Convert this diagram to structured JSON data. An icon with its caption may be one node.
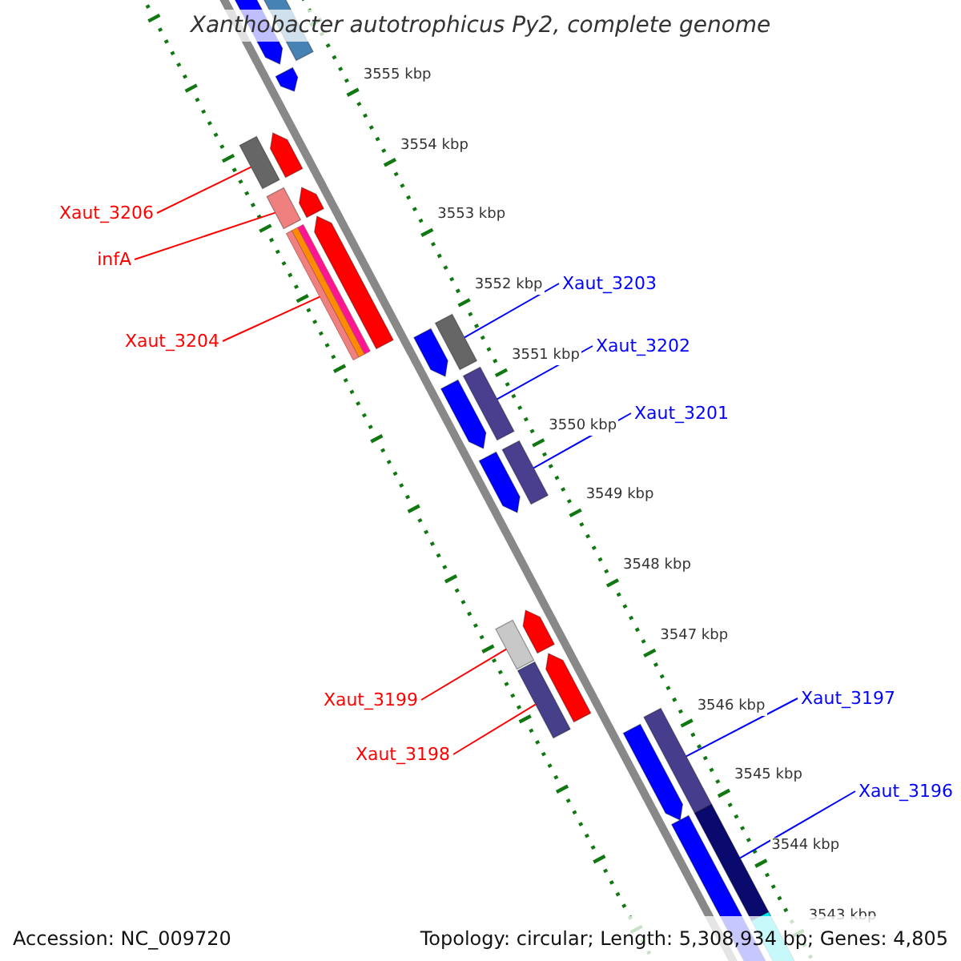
{
  "diagram": {
    "title": "Xanthobacter autotrophicus Py2, complete genome",
    "nodes": [
      {
        "text": [
          "Xaut_3206"
        ]
      },
      {
        "text": [
          "infA"
        ]
      },
      {
        "text": [
          "Xaut_3203"
        ]
      },
      {
        "text": [
          "Xaut_3204"
        ]
      },
      {
        "text": [
          "Xaut_3202"
        ]
      },
      {
        "text": [
          "Xaut_3201"
        ]
      },
      {
        "text": [
          "Xaut_3197"
        ]
      },
      {
        "text": [
          "Xaut_3199"
        ]
      },
      {
        "text": [
          "Xaut_3198"
        ]
      },
      {
        "text": [
          "Xaut_3196"
        ]
      },
      {
        "text": [],
        "shape": "box"
      },
      {
        "text": [],
        "shape": "box"
      },
      {
        "text": [],
        "shape": "box"
      },
      {
        "text": [],
        "shape": "box"
      },
      {
        "text": [],
        "shape": "box"
      },
      {
        "text": [],
        "shape": "box"
      },
      {
        "text": [],
        "shape": "box"
      },
      {
        "text": [],
        "shape": "box"
      },
      {
        "text": [],
        "shape": "box"
      },
      {
        "text": [],
        "shape": "box"
      },
      {
        "text": [],
        "shape": "arrow"
      }
    ],
    "edges": [
      {
        "from": 0,
        "to": 10,
        "arrow": "none",
        "color": "#ff0000"
      },
      {
        "from": 1,
        "to": 11,
        "arrow": "none",
        "color": "#ff0000"
      },
      {
        "from": 2,
        "to": 12,
        "arrow": "none",
        "color": "#0000ff"
      },
      {
        "from": 3,
        "to": 13,
        "arrow": "none",
        "color": "#ff0000"
      },
      {
        "from": 4,
        "to": 14,
        "arrow": "none",
        "color": "#0000ff"
      },
      {
        "from": 5,
        "to": 15,
        "arrow": "none",
        "color": "#0000ff"
      },
      {
        "from": 6,
        "to": 16,
        "arrow": "none",
        "color": "#0000ff"
      },
      {
        "from": 7,
        "to": 17,
        "arrow": "none",
        "color": "#ff0000"
      },
      {
        "from": 8,
        "to": 18,
        "arrow": "none",
        "color": "#ff0000"
      },
      {
        "from": 9,
        "to": 19,
        "arrow": "none",
        "color": "#0000ff"
      }
    ],
    "labels": [
      "3555 kbp",
      "3554 kbp",
      "3553 kbp",
      "3552 kbp",
      "3551 kbp",
      "3550 kbp",
      "3549 kbp",
      "3548 kbp",
      "3547 kbp",
      "3546 kbp",
      "3545 kbp",
      "3544 kbp",
      "3543 kbp",
      "Accession: NC_009720",
      "Topology: circular; Length: 5,308,934 bp; Genes: 4,805"
    ]
  }
}
